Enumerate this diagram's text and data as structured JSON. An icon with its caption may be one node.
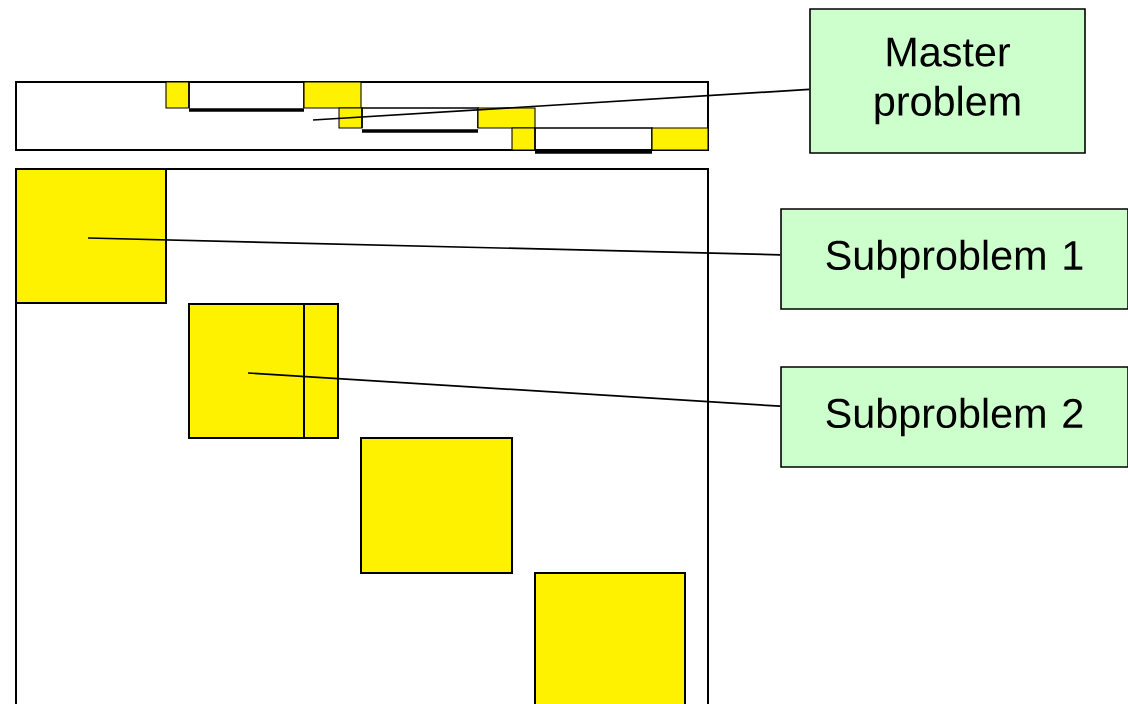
{
  "diagram": {
    "nodes": [
      {
        "text": [
          "Master problem"
        ]
      },
      {
        "text": [
          "Subproblem 1"
        ]
      },
      {
        "text": [
          "Subproblem 2"
        ]
      },
      {
        "text": [],
        "shape": "box"
      },
      {
        "text": [],
        "shape": "box"
      },
      {
        "text": [],
        "shape": "box"
      },
      {
        "text": [],
        "shape": "box"
      },
      {
        "text": [],
        "shape": "box"
      }
    ],
    "edges": [
      {
        "from": 0,
        "to": 3,
        "arrow": "none"
      },
      {
        "from": 1,
        "to": 4,
        "arrow": "none"
      },
      {
        "from": 2,
        "to": 5,
        "arrow": "none"
      }
    ]
  }
}
